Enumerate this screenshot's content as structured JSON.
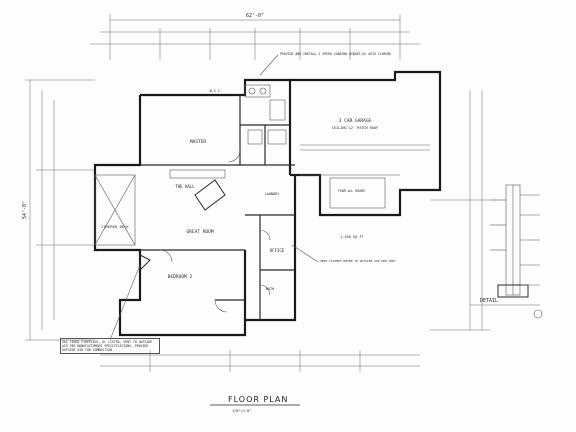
{
  "sheet": {
    "title": "FLOOR PLAN",
    "scale": "1/8\"=1'0\"",
    "detail_title": "DETAIL"
  },
  "rooms": {
    "garage": "3 CAR GARAGE",
    "garage_note": "CEILING 12' PATCH ROOF",
    "master": "MASTER",
    "great_room": "GREAT ROOM",
    "kitchen": "THE HALL",
    "covered_deck": "COVERED DECK",
    "bedroom2": "BEDROOM 2",
    "office": "OFFICE",
    "bath": "BATH",
    "laundry": "LAUNDRY",
    "closet": "W.I.C."
  },
  "notes": {
    "opener": "PROVIDE AND INSTALL 2 SPEED LOADING HINGES W/ AUTO CLOSURE",
    "floor_plan_note": "FROM ALL ROOMS",
    "vent_note": "VENT CLOTHES DRYER TO OUTSIDE AIR PER SPEC",
    "fireplace_note": "GAS FIRED FIREPLACE, UL LISTED, VENT TO OUTSIDE AIR PER MANUFACTURERS SPECIFICATIONS, PROVIDE OUTSIDE AIR FOR COMBUSTION",
    "garage_sq": "1,250 SQ FT"
  },
  "dimensions": {
    "overall_top": "62'-0\"",
    "overall_left": "54'-0\""
  }
}
